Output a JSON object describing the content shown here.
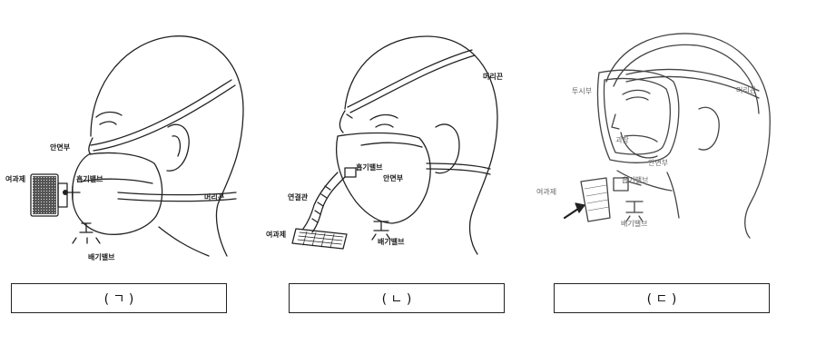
{
  "panels": [
    {
      "caption": "( ㄱ )",
      "labels": {
        "face": "안면부",
        "filter": "여과제",
        "inhale": "흡기밸브",
        "exhale": "배기밸브",
        "strap": "머리끈"
      }
    },
    {
      "caption": "( ㄴ )",
      "labels": {
        "strap": "머리끈",
        "inhale": "흡기밸브",
        "face": "안면부",
        "tube": "연결관",
        "filter": "여과제",
        "exhale": "배기밸브"
      }
    },
    {
      "caption": "( ㄷ )",
      "labels": {
        "visor": "투시부",
        "strap": "머리끈",
        "inner": "괴장",
        "face": "안면부",
        "inhale": "흡기밸브",
        "filter": "여과제",
        "exhale": "배기밸브"
      }
    }
  ]
}
